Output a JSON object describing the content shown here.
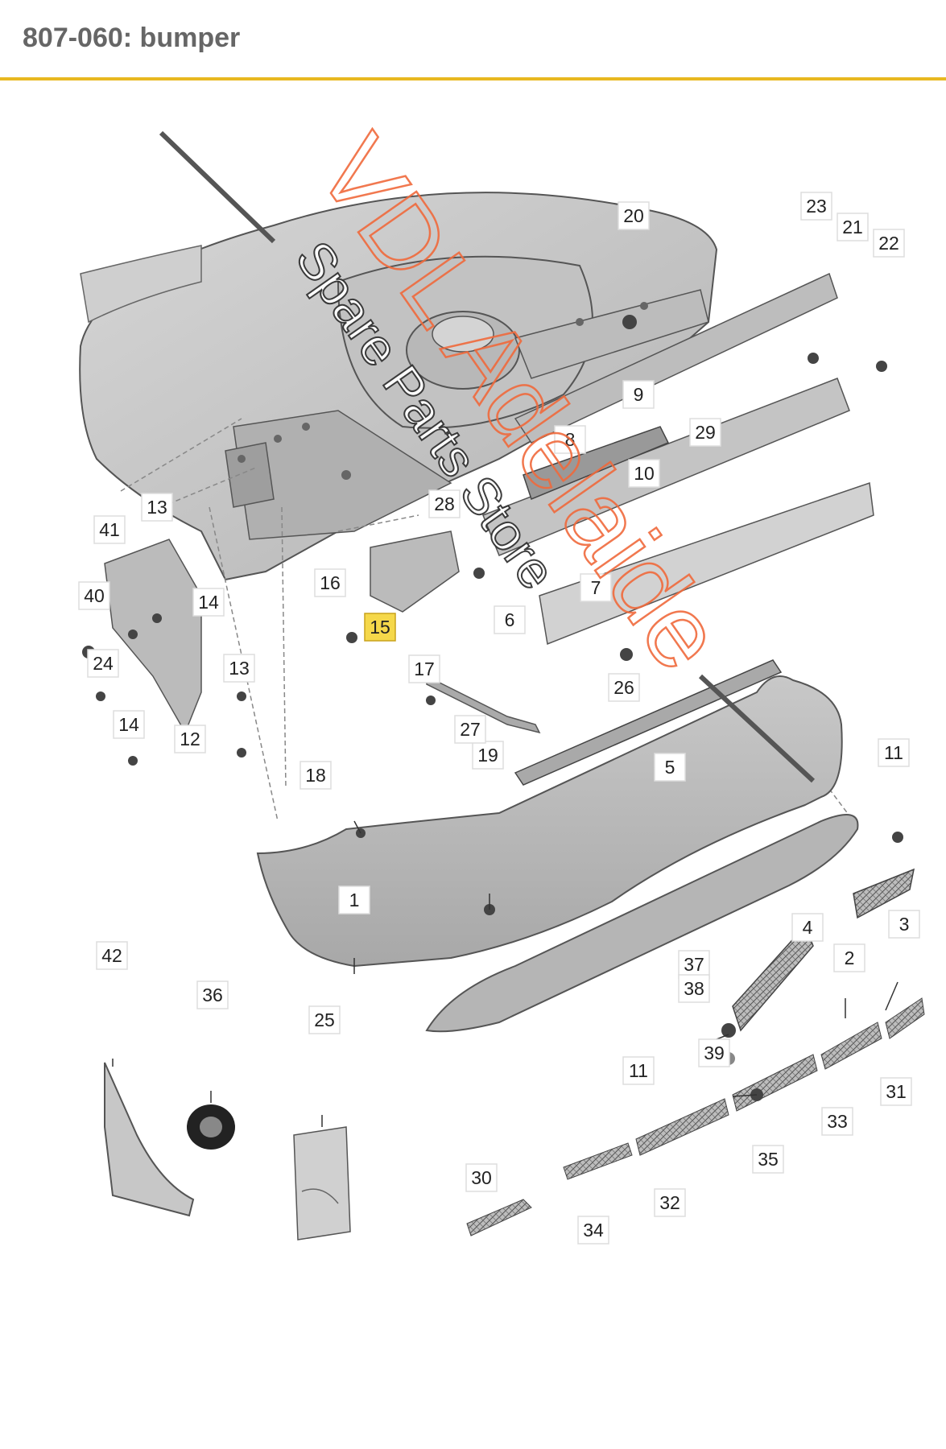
{
  "header": {
    "title": "807-060: bumper"
  },
  "watermark": {
    "line1": "VDL Adelaide",
    "line2": "Spare Parts Store"
  },
  "accent_color": "#e8b820",
  "highlight_color": "#f5d84a",
  "callouts": [
    {
      "id": "c1",
      "label": "1"
    },
    {
      "id": "c2",
      "label": "2"
    },
    {
      "id": "c3",
      "label": "3"
    },
    {
      "id": "c4",
      "label": "4"
    },
    {
      "id": "c5",
      "label": "5"
    },
    {
      "id": "c6",
      "label": "6"
    },
    {
      "id": "c7",
      "label": "7"
    },
    {
      "id": "c8",
      "label": "8"
    },
    {
      "id": "c9",
      "label": "9"
    },
    {
      "id": "c10",
      "label": "10"
    },
    {
      "id": "c11a",
      "label": "11"
    },
    {
      "id": "c11b",
      "label": "11"
    },
    {
      "id": "c12",
      "label": "12"
    },
    {
      "id": "c13a",
      "label": "13"
    },
    {
      "id": "c13b",
      "label": "13"
    },
    {
      "id": "c14a",
      "label": "14"
    },
    {
      "id": "c14b",
      "label": "14"
    },
    {
      "id": "c15",
      "label": "15",
      "highlighted": true
    },
    {
      "id": "c16",
      "label": "16"
    },
    {
      "id": "c17",
      "label": "17"
    },
    {
      "id": "c18",
      "label": "18"
    },
    {
      "id": "c19",
      "label": "19"
    },
    {
      "id": "c20",
      "label": "20"
    },
    {
      "id": "c21",
      "label": "21"
    },
    {
      "id": "c22",
      "label": "22"
    },
    {
      "id": "c23",
      "label": "23"
    },
    {
      "id": "c24",
      "label": "24"
    },
    {
      "id": "c25",
      "label": "25"
    },
    {
      "id": "c26",
      "label": "26"
    },
    {
      "id": "c27",
      "label": "27"
    },
    {
      "id": "c28",
      "label": "28"
    },
    {
      "id": "c29",
      "label": "29"
    },
    {
      "id": "c30",
      "label": "30"
    },
    {
      "id": "c31",
      "label": "31"
    },
    {
      "id": "c32",
      "label": "32"
    },
    {
      "id": "c33",
      "label": "33"
    },
    {
      "id": "c34",
      "label": "34"
    },
    {
      "id": "c35",
      "label": "35"
    },
    {
      "id": "c36",
      "label": "36"
    },
    {
      "id": "c37",
      "label": "37"
    },
    {
      "id": "c38",
      "label": "38"
    },
    {
      "id": "c39",
      "label": "39"
    },
    {
      "id": "c40",
      "label": "40"
    },
    {
      "id": "c41",
      "label": "41"
    },
    {
      "id": "c42",
      "label": "42"
    }
  ]
}
